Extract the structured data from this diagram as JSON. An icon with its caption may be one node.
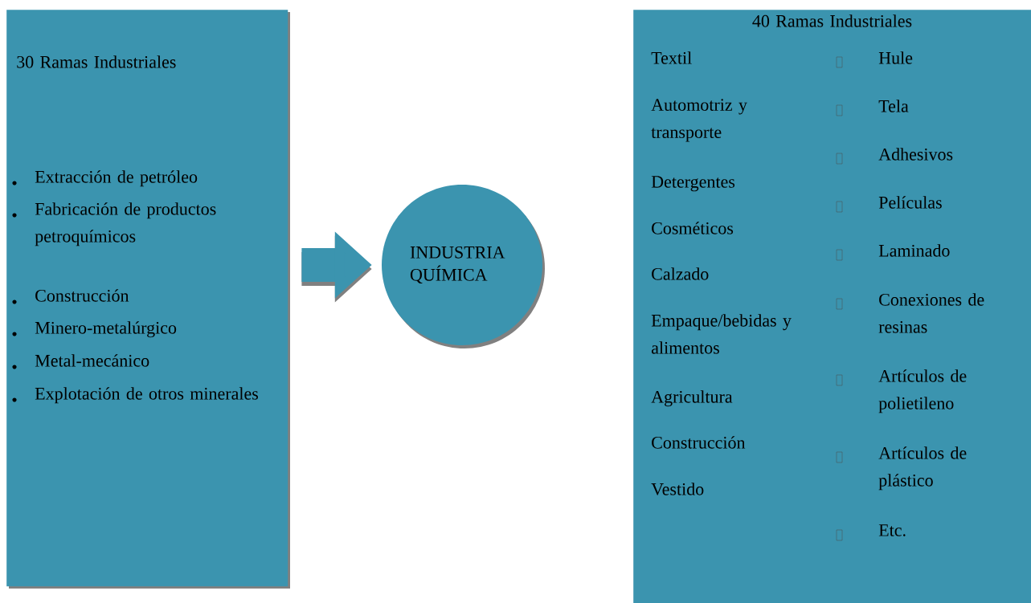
{
  "diagram": {
    "nodes": [
      {
        "text": [
          "30 Ramas Industriales",
          "Extracción de petróleo",
          "Fabricación de productos petroquímicos",
          "Construcción",
          "Minero-metalúrgico",
          "Metal-mecánico",
          "Explotación de otros minerales"
        ]
      },
      {
        "text": [
          "INDUSTRIA QUÍMICA"
        ]
      },
      {
        "text": [
          "40 Ramas Industriales",
          "Textil",
          "Automotriz y transporte",
          "Detergentes",
          "Cosméticos",
          "Calzado",
          "Empaque/bebidas y alimentos",
          "Agricultura",
          "Construcción",
          "Vestido",
          "Hule",
          "Tela",
          "Adhesivos",
          "Películas",
          "Laminado",
          "Conexiones de resinas",
          "Artículos de polietileno",
          "Artículos de plástico",
          "Etc."
        ]
      }
    ],
    "edges": [
      {
        "from": 0,
        "to": 1,
        "arrow": "to"
      }
    ]
  }
}
